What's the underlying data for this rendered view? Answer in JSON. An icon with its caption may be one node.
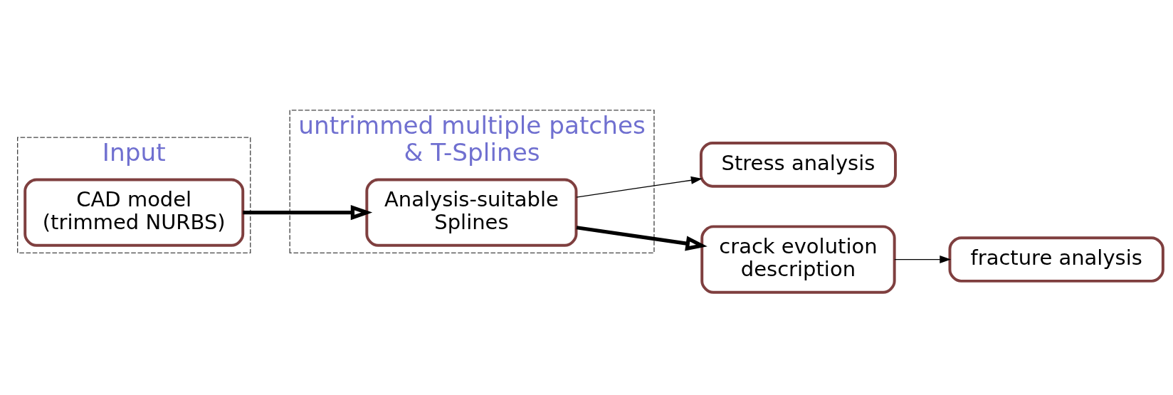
{
  "diagram": {
    "nodes": [
      {
        "text": [
          "Input"
        ]
      },
      {
        "text": [
          "CAD model (trimmed NURBS)"
        ],
        "in": 0
      },
      {
        "text": [
          "untrimmed multiple patches & T-Splines"
        ]
      },
      {
        "text": [
          "Analysis-suitable Splines"
        ],
        "in": 2
      },
      {
        "text": [
          "Stress analysis"
        ]
      },
      {
        "text": [
          "crack evolution description"
        ]
      },
      {
        "text": [
          "fracture analysis"
        ]
      }
    ],
    "edges": [
      {
        "from": 1,
        "to": 3,
        "arrow": "to",
        "style": "thick"
      },
      {
        "from": 3,
        "to": 4,
        "arrow": "to"
      },
      {
        "from": 3,
        "to": 5,
        "arrow": "to",
        "style": "thick"
      },
      {
        "from": 5,
        "to": 6,
        "arrow": "to"
      }
    ]
  }
}
